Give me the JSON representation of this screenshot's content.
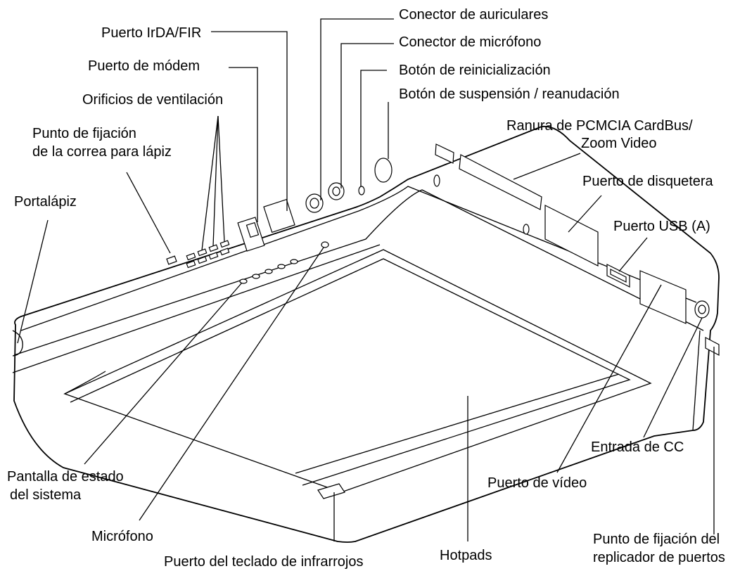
{
  "labels": {
    "headphone": "Conector de auriculares",
    "mic_jack": "Conector de micrófono",
    "reset": "Botón de reinicialización",
    "suspend": "Botón de suspensión / reanudación",
    "irda": "Puerto IrDA/FIR",
    "modem": "Puerto de módem",
    "vents": "Orificios de ventilación",
    "strap_line1": "Punto de fijación",
    "strap_line2": "de la correa para lápiz",
    "pen_holder": "Portalápiz",
    "pcmcia_line1": "Ranura de PCMCIA CardBus/",
    "pcmcia_line2": "Zoom Video",
    "floppy": "Puerto de disquetera",
    "usb": "Puerto USB (A)",
    "dc_in": "Entrada de CC",
    "video": "Puerto de vídeo",
    "status_line1": "Pantalla de estado",
    "status_line2": "del sistema",
    "microphone": "Micrófono",
    "ir_keyboard": "Puerto del teclado de infrarrojos",
    "hotpads": "Hotpads",
    "replicator_line1": "Punto de fijación del",
    "replicator_line2": "replicador de puertos"
  }
}
